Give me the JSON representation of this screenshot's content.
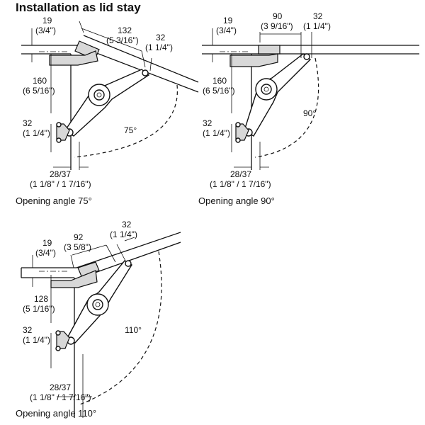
{
  "title": "Installation as lid stay",
  "panels": [
    {
      "caption": "Opening angle 75°",
      "angle": "75°",
      "top_thickness": {
        "mm": "19",
        "in": "(3/4\")"
      },
      "horizontal_dim": {
        "mm": "132",
        "in": "(5 3/16\")"
      },
      "bracket_dim": {
        "mm": "32",
        "in": "(1 1/4\")"
      },
      "height_dim": {
        "mm": "160",
        "in": "(6 5/16\")"
      },
      "base_dim": {
        "mm": "32",
        "in": "(1 1/4\")"
      },
      "setback_dim": {
        "mm": "28/37",
        "in": "(1 1/8\" / 1 7/16\")"
      }
    },
    {
      "caption": "Opening angle 90°",
      "angle": "90°",
      "top_thickness": {
        "mm": "19",
        "in": "(3/4\")"
      },
      "horizontal_dim": {
        "mm": "90",
        "in": "(3 9/16\")"
      },
      "bracket_dim": {
        "mm": "32",
        "in": "(1 1/4\")"
      },
      "height_dim": {
        "mm": "160",
        "in": "(6 5/16\")"
      },
      "base_dim": {
        "mm": "32",
        "in": "(1 1/4\")"
      },
      "setback_dim": {
        "mm": "28/37",
        "in": "(1 1/8\" / 1 7/16\")"
      }
    },
    {
      "caption": "Opening angle 110°",
      "angle": "110°",
      "top_thickness": {
        "mm": "19",
        "in": "(3/4\")"
      },
      "horizontal_dim": {
        "mm": "92",
        "in": "(3 5/8\")"
      },
      "bracket_dim": {
        "mm": "32",
        "in": "(1 1/4\")"
      },
      "height_dim": {
        "mm": "128",
        "in": "(5 1/16\")"
      },
      "base_dim": {
        "mm": "32",
        "in": "(1 1/4\")"
      },
      "setback_dim": {
        "mm": "28/37",
        "in": "(1 1/8\" / 1 7/16\")"
      }
    }
  ]
}
